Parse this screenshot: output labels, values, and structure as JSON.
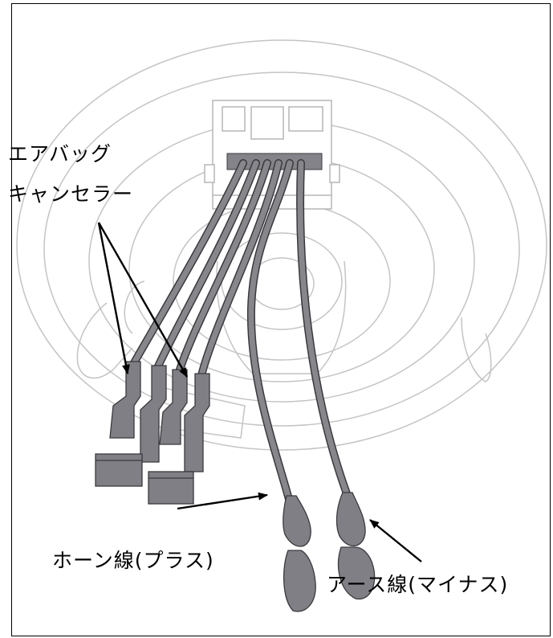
{
  "labels": {
    "airbag_line1": "エアバッグ",
    "airbag_line2": "キャンセラー",
    "horn": "ホーン線(プラス)",
    "earth": "アース線(マイナス)"
  },
  "colors": {
    "wire": "#7d7d82",
    "wire_edge": "#3a3a3e",
    "outline": "#b9b9b9",
    "arrow": "#000000",
    "frame": "#000000"
  }
}
